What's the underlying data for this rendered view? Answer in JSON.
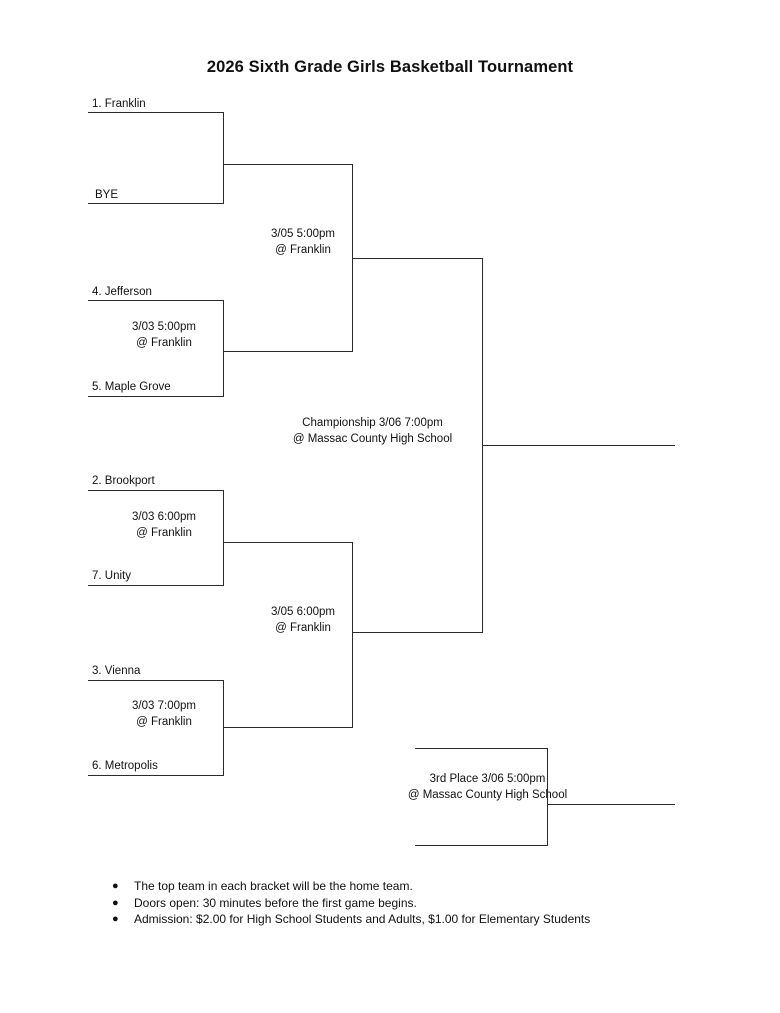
{
  "document": {
    "title": "2026 Sixth Grade Girls Basketball Tournament"
  },
  "bracket": {
    "round1": {
      "matchups": [
        {
          "id": "r1-m1",
          "top_team": "1. Franklin",
          "bottom_team": "BYE",
          "game_info": null
        },
        {
          "id": "r1-m2",
          "top_team": "4.  Jefferson",
          "bottom_team": "5.  Maple Grove",
          "game_info": {
            "line1": "3/03  5:00pm",
            "line2": "@ Franklin"
          }
        },
        {
          "id": "r1-m3",
          "top_team": "2.  Brookport",
          "bottom_team": "7.  Unity",
          "game_info": {
            "line1": "3/03  6:00pm",
            "line2": "@ Franklin"
          }
        },
        {
          "id": "r1-m4",
          "top_team": "3.  Vienna",
          "bottom_team": "6.  Metropolis",
          "game_info": {
            "line1": "3/03  7:00pm",
            "line2": "@ Franklin"
          }
        }
      ]
    },
    "round2": {
      "matchups": [
        {
          "id": "r2-m1",
          "game_info": {
            "line1": "3/05 5:00pm",
            "line2": "@ Franklin"
          }
        },
        {
          "id": "r2-m2",
          "game_info": {
            "line1": "3/05  6:00pm",
            "line2": "@ Franklin"
          }
        }
      ]
    },
    "championship": {
      "id": "championship",
      "game_info": {
        "line1": "Championship  3/06  7:00pm",
        "line2": "@ Massac County High School"
      }
    },
    "third_place": {
      "id": "third-place",
      "game_info": {
        "line1": "3rd Place  3/06  5:00pm",
        "line2": "@ Massac County High School"
      }
    }
  },
  "notes": {
    "bullet_glyph": "●",
    "items": [
      "The top team in each bracket will be the home team.",
      "Doors open:  30 minutes before the first game begins.",
      "Admission:  $2.00 for High School Students and Adults, $1.00 for Elementary Students"
    ]
  }
}
